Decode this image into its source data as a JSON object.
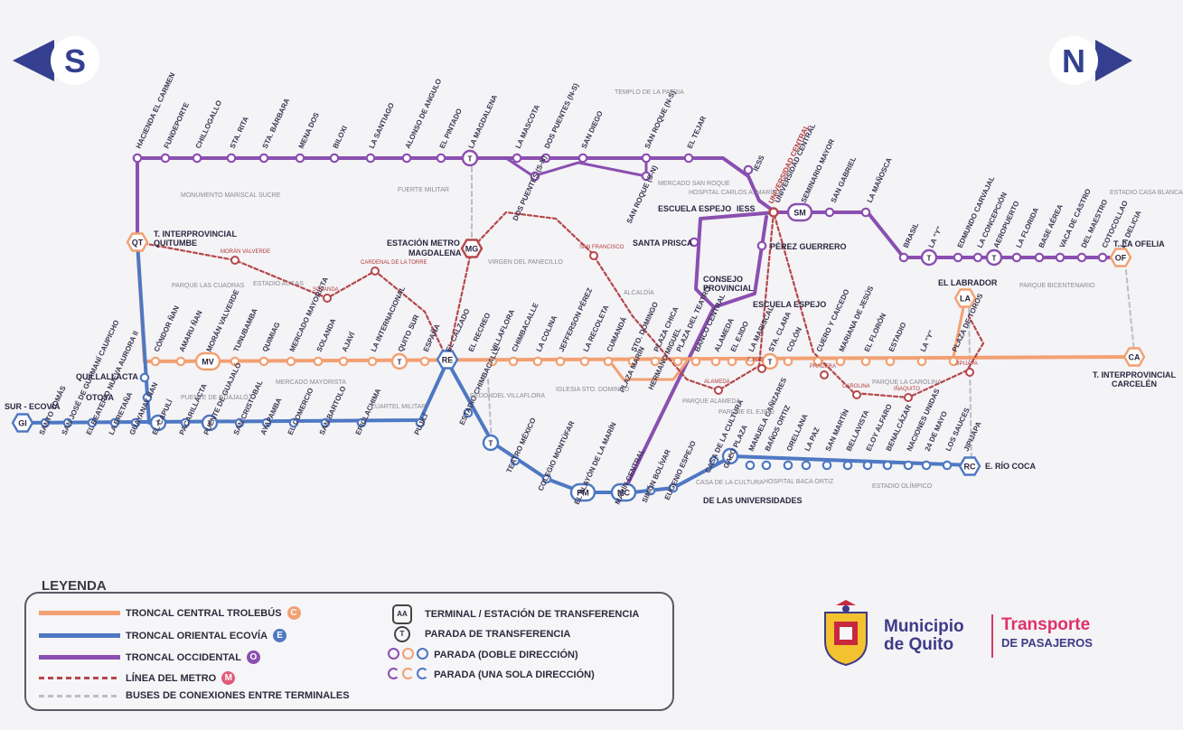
{
  "compass": {
    "south": "S",
    "north": "N"
  },
  "colors": {
    "trolebus": "#f2a072",
    "ecovia": "#4e78c2",
    "occidental": "#8a4fb0",
    "metro": "#b5474b",
    "conexion": "#bdbdc6"
  },
  "occidental_line": {
    "stations": [
      "HACIENDA EL CARMEN",
      "FUNDEPORTE",
      "CHILLOGALLO",
      "STA. RITA",
      "STA. BÁRBARA",
      "MENA DOS",
      "BILOXI",
      "LA SANTIAGO",
      "ALONSO DE ANGULO",
      "EL PINTADO",
      "LA MAGDALENA",
      "LA MASCOTA",
      "DOS PUENTES (N-S)",
      "SAN DIEGO",
      "SAN ROQUE (N-S)",
      "EL TEJAR"
    ],
    "lower": [
      "DOS PUENTES (S-N)",
      "SAN ROQUE (S-N)"
    ],
    "ies": [
      "IESS",
      "ESCUELA ESPEJO",
      "IESS",
      "SANTA PRISCA",
      "PÉREZ GUERRERO",
      "CONSEJO PROVINCIAL",
      "ESCUELA ESPEJO"
    ],
    "north": [
      "UNIVERSIDAD CENTRAL",
      "SEMINARIO MAYOR",
      "SAN GABRIEL",
      "LA MAÑOSCA",
      "BRASIL",
      "LA \"Y\"",
      "EDMUNDO CARVAJAL",
      "LA CONCEPCIÓN",
      "AEROPUERTO",
      "LA FLORIDA",
      "BASE AÉREA",
      "VACA DE CASTRO",
      "DEL MAESTRO",
      "COTOCOLLAO",
      "LA DELICIA"
    ],
    "terminal_ofelia": "T. LA OFELIA"
  },
  "trolebus_line": {
    "stations": [
      "CÓNDOR ÑAN",
      "AMARU ÑAN",
      "MORÁN VALVERDE",
      "TUNUBAMBA",
      "QUIMIAG",
      "MERCADO MAYORISTA",
      "SOLANDA",
      "AJAVÍ",
      "LA INTERNACIONAL",
      "QUITO SUR",
      "ESPAÑA",
      "EL CALZADO",
      "EL RECREO",
      "VILLAFLORA",
      "CHIMBACALLE",
      "LA COLINA",
      "JEFFERSON PÉREZ",
      "LA RECOLETA",
      "CUMANDÁ",
      "STO. DOMINGO",
      "PLAZA CHICA",
      "PLAZA DEL TEATRO",
      "BANCO CENTRAL",
      "ALAMEDA",
      "EL EJIDO",
      "LA MARISCAL",
      "STA. CLARA",
      "COLÓN",
      "CUERO Y CAICEDO",
      "MARIANA DE JESÚS",
      "EL FLORÓN",
      "ESTADIO",
      "LA \"Y\"",
      "PLAZA DE TOROS"
    ],
    "lower": [
      "PLAZA MARÍN",
      "HERMANO MIGUEL"
    ],
    "terminal_carcelen": "T. INTERPROVINCIAL CARCELÉN",
    "quillallacta": "QUILLALLACTA",
    "otoya": "OTOYA",
    "quitumbe": "T. INTERPROVINCIAL QUITUMBE",
    "el_labrador": "EL LABRADOR"
  },
  "ecovia_line": {
    "south_label": "SUR - ECOVÍA",
    "stations": [
      "SANTO TOMÁS",
      "SAN JOSÉ DE GUAMANÍ CAUPICHO",
      "EL BEATERIO NUEVA AURORA II",
      "LA BRETAÑA",
      "GUAYANAY ÑAN",
      "EL CAPULÍ",
      "PACARILLACTA",
      "PUENTE DE GUAJALÓ",
      "SAN CRISTÓBAL",
      "AYAPAMBA",
      "EL COMERCIO",
      "SAN BARTOLO",
      "EPICLACHIMA",
      "PUJILÍ"
    ],
    "mid": [
      "ESTADIO CHIMBACALLE",
      "TEATRO MÉXICO",
      "COLEGIO MONTÚFAR",
      "EL PLAYÓN DE LA MARÍN",
      "MARÍN CENTRAL",
      "SIMÓN BOLÍVAR",
      "EUGENIO ESPEJO",
      "CASA DE LA CULTURA",
      "GALO PLAZA"
    ],
    "north": [
      "MANUELA CAÑIZARES",
      "BAÑOS ORTIZ",
      "ORELLANA",
      "LA PAZ",
      "SAN MARTÍN",
      "BELLAVISTA",
      "ELOY ALFARO",
      "BENALCÁZAR",
      "NACIONES UNIDAS",
      "24 DE MAYO",
      "LOS SAUCES",
      "JIPIJAPA"
    ],
    "terminal_rio_coca": "E. RÍO COCA",
    "de_las_universidades": "DE LAS UNIVERSIDADES"
  },
  "metro": {
    "estacion_magdalena": "ESTACIÓN METRO MAGDALENA",
    "stations": [
      "MORÁN VALVERDE",
      "CARDENAL DE LA TORRE",
      "SOLANDA",
      "SAN FRANCISCO",
      "ALAMEDA",
      "EJIDO",
      "PRADERA",
      "CAROLINA",
      "IÑAQUITO",
      "JIPIJAPA"
    ]
  },
  "badges": {
    "QT": "QT",
    "MV": "MV",
    "RE": "RE",
    "MG": "MG",
    "GI": "GI",
    "PM": "PM",
    "MC": "MC",
    "LA": "LA",
    "CA": "CA",
    "OF": "OF",
    "RC": "RC",
    "SM": "SM",
    "T": "T"
  },
  "landmarks": [
    "TEMPLO DE LA PATRIA",
    "MONUMENTO MARISCAL SUCRE",
    "FUERTE MILITAR",
    "MERCADO SAN ROQUE",
    "HOSPITAL CARLOS A. MARÍN",
    "VIRGEN DEL PANECILLO",
    "ALCALDÍA",
    "PARQUE LAS CUADRAS",
    "ESTADIO AUCAS",
    "MERCADO MAYORISTA",
    "CUARTEL MILITAR",
    "PUENTE DE GUAJALÓ",
    "REDONDEL VILLAFLORA",
    "IGLESIA STO. DOMINGO",
    "PARQUE ALAMEDA",
    "PARQUE EL EJIDO",
    "PARQUE LA CAROLINA",
    "ESTADIO CASA BLANCA",
    "PARQUE BICENTENARIO",
    "CASA DE LA CULTURA",
    "HOSPITAL BACA ORTIZ",
    "ESTADIO OLÍMPICO"
  ],
  "legend": {
    "title": "LEYENDA",
    "trolebus": "TRONCAL CENTRAL TROLEBÚS",
    "ecovia": "TRONCAL ORIENTAL ECOVÍA",
    "occidental": "TRONCAL OCCIDENTAL",
    "metro": "LÍNEA DEL METRO",
    "conexiones": "BUSES DE CONEXIONES ENTRE TERMINALES",
    "terminal": "TERMINAL / ESTACIÓN DE TRANSFERENCIA",
    "transferencia": "PARADA DE TRANSFERENCIA",
    "doble": "PARADA (DOBLE DIRECCIÓN)",
    "una": "PARADA (UNA SOLA DIRECCIÓN)",
    "badge_c": "C",
    "badge_e": "E",
    "badge_o": "O",
    "badge_m": "M",
    "badge_aa": "AA",
    "badge_t": "T"
  },
  "logo": {
    "municipio1": "Municipio",
    "municipio2": "de Quito",
    "transporte1": "Transporte",
    "transporte2": "DE PASAJEROS"
  }
}
